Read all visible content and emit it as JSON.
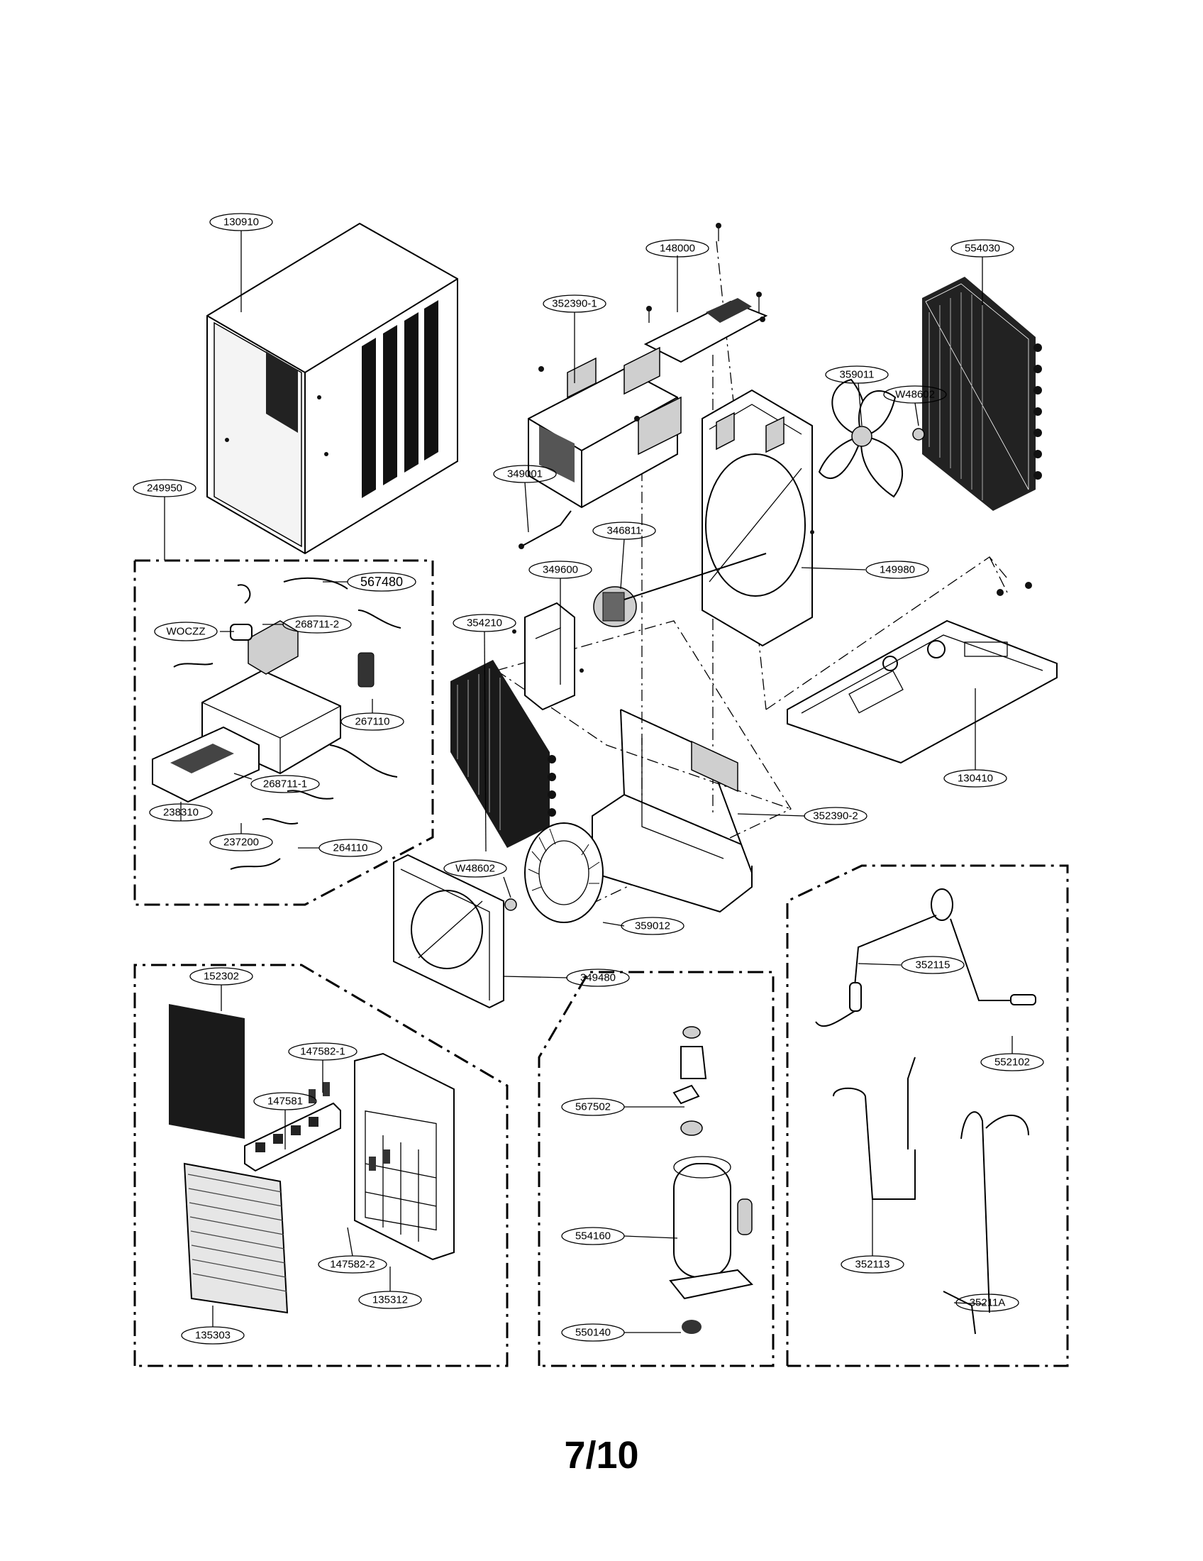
{
  "page": {
    "number": "7/10"
  },
  "labels": {
    "p130910": "130910",
    "p148000": "148000",
    "p554030": "554030",
    "p352390_1": "352390-1",
    "p359011": "359011",
    "pW48602_a": "W48602",
    "p249950": "249950",
    "p349001": "349001",
    "p346811": "346811",
    "p567480": "567480",
    "p349600": "349600",
    "pWOCZZ": "WOCZZ",
    "p268711_2": "268711-2",
    "p354210": "354210",
    "p149980": "149980",
    "p267110": "267110",
    "p268711_1": "268711-1",
    "p130410": "130410",
    "p238310": "238310",
    "p237200": "237200",
    "p352390_2": "352390-2",
    "p264110": "264110",
    "pW48602_b": "W48602",
    "p359012": "359012",
    "p349480": "349480",
    "p152302": "152302",
    "p147582_1": "147582-1",
    "p147581": "147581",
    "p147582_2": "147582-2",
    "p135312": "135312",
    "p135303": "135303",
    "p352115": "352115",
    "p552102": "552102",
    "p567502": "567502",
    "p554160": "554160",
    "p550140": "550140",
    "p352113": "352113",
    "p35211A": "35211A"
  }
}
